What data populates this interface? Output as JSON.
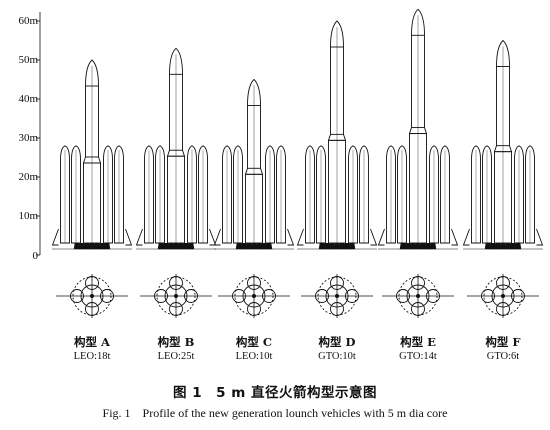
{
  "y_axis": {
    "ticks": [
      "60m",
      "50m",
      "40m",
      "30m",
      "20m",
      "10m",
      "0"
    ]
  },
  "vehicles": [
    {
      "name": "构型 A",
      "payload": "LEO:18t",
      "height_m": 50,
      "boosters": 4,
      "layout": "4 boosters"
    },
    {
      "name": "构型 B",
      "payload": "LEO:25t",
      "height_m": 53,
      "boosters": 4,
      "layout": "4 boosters"
    },
    {
      "name": "构型 C",
      "payload": "LEO:10t",
      "height_m": 45,
      "boosters": 4,
      "layout": "4 boosters"
    },
    {
      "name": "构型 D",
      "payload": "GTO:10t",
      "height_m": 60,
      "boosters": 4,
      "layout": "4 boosters"
    },
    {
      "name": "构型 E",
      "payload": "GTO:14t",
      "height_m": 63,
      "boosters": 4,
      "layout": "4 boosters"
    },
    {
      "name": "构型 F",
      "payload": "GTO:6t",
      "height_m": 55,
      "boosters": 4,
      "layout": "4 boosters"
    }
  ],
  "caption": {
    "cn": "图 1　5 m 直径火箭构型示意图",
    "en": "Fig. 1　Profile of the new generation lounch vehicles with 5 m dia core"
  },
  "colors": {
    "ink": "#111111",
    "background": "#ffffff"
  }
}
